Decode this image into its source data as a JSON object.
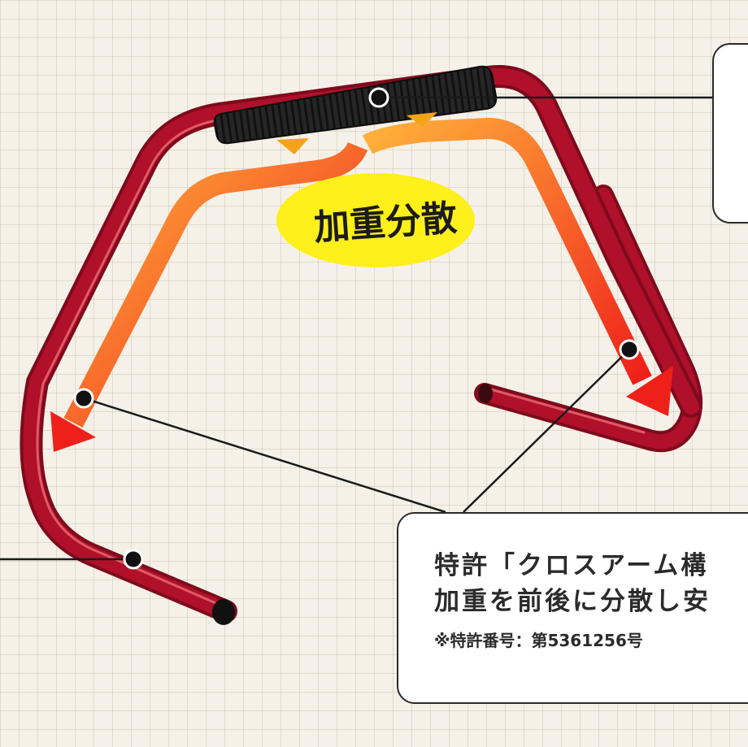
{
  "badge": {
    "label": "加重分散"
  },
  "callout_bottom": {
    "line1": "特許「クロスアーム構",
    "line2": "加重を前後に分散し安",
    "note": "※特許番号：第5361256号"
  },
  "colors": {
    "frame": "#b0102a",
    "grip": "#1f1f1f",
    "arrow_start": "#ffb23b",
    "arrow_end": "#ef1f1a",
    "badge": "#ffef1a",
    "callout_border": "#2a2a2a"
  }
}
